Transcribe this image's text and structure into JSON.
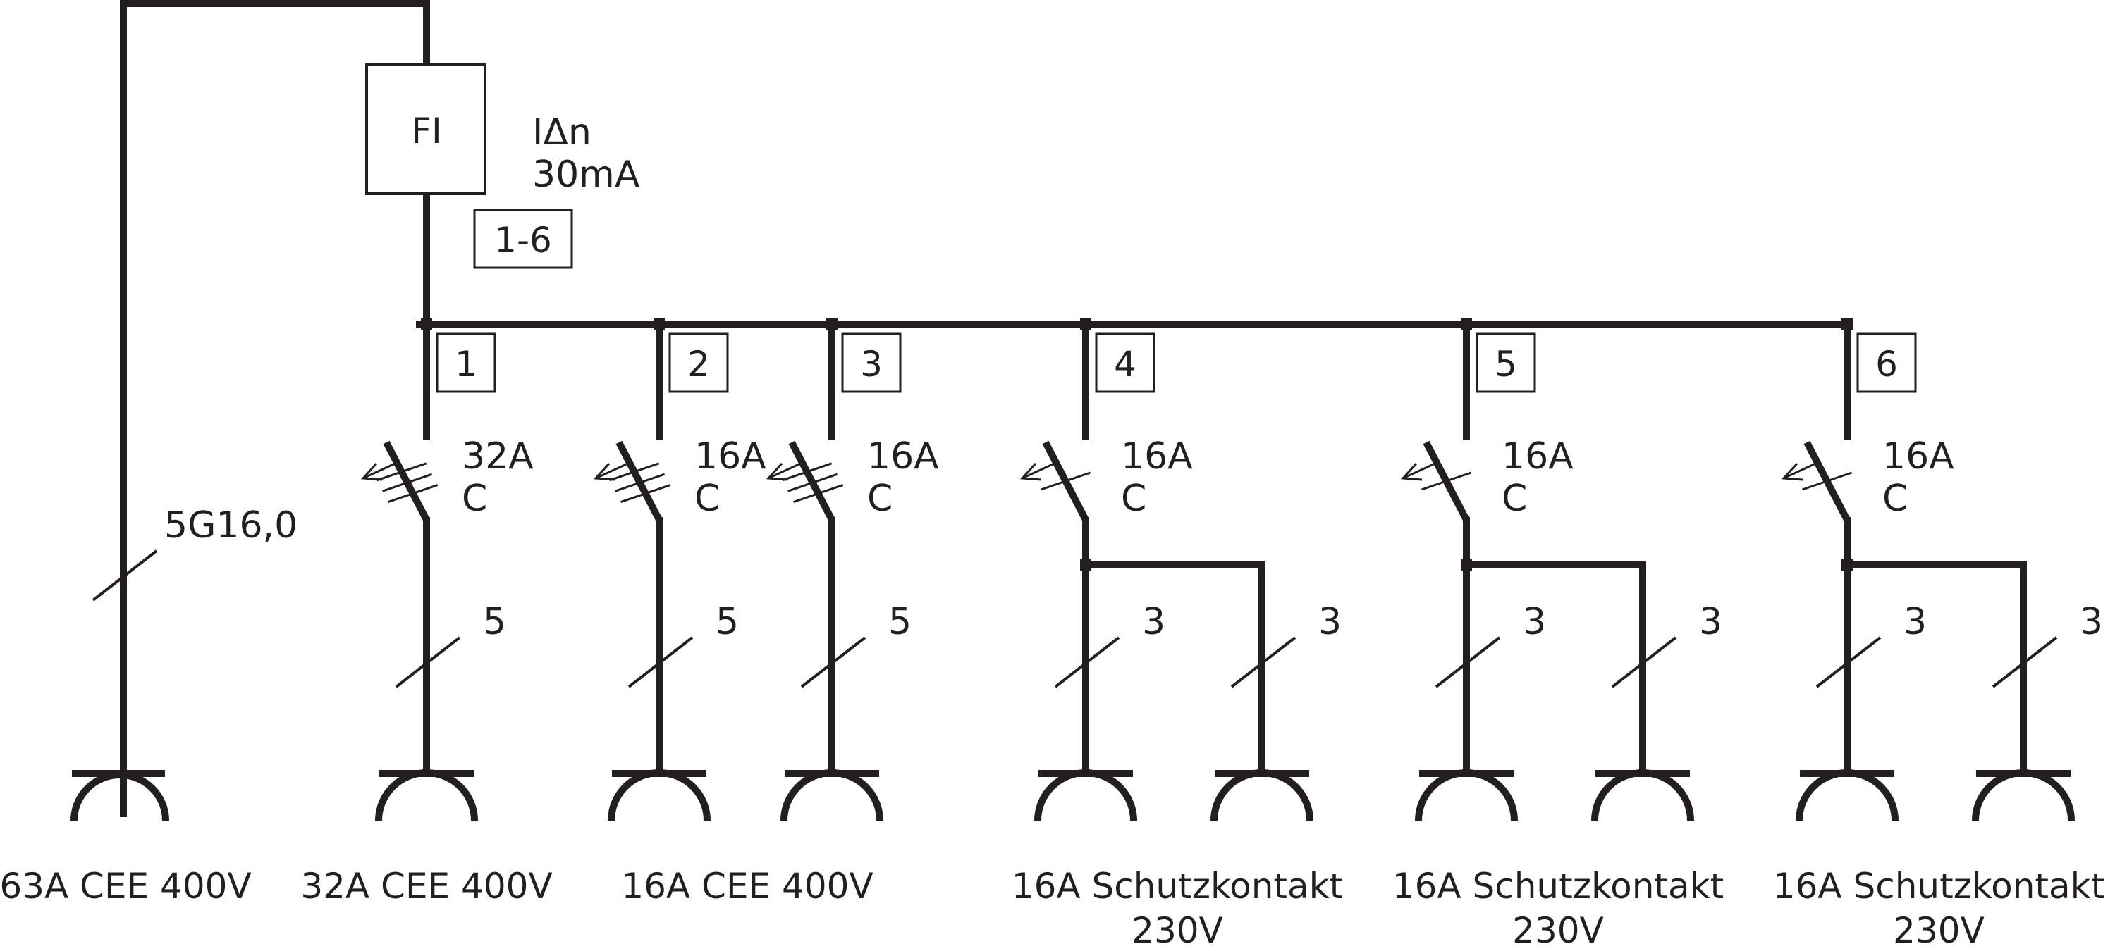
{
  "colors": {
    "line": "#231f20",
    "background": "#ffffff"
  },
  "feed": {
    "cable": "5G16,0"
  },
  "rcd": {
    "label": "FI",
    "rating_line1": "IΔn",
    "rating_line2": "30mA",
    "range": "1-6"
  },
  "circuits": [
    {
      "number": "1",
      "breaker_line1": "32A",
      "breaker_line2": "C",
      "poles": 3,
      "conductors": [
        "5"
      ]
    },
    {
      "number": "2",
      "breaker_line1": "16A",
      "breaker_line2": "C",
      "poles": 3,
      "conductors": [
        "5"
      ]
    },
    {
      "number": "3",
      "breaker_line1": "16A",
      "breaker_line2": "C",
      "poles": 3,
      "conductors": [
        "5"
      ]
    },
    {
      "number": "4",
      "breaker_line1": "16A",
      "breaker_line2": "C",
      "poles": 1,
      "conductors": [
        "3",
        "3"
      ]
    },
    {
      "number": "5",
      "breaker_line1": "16A",
      "breaker_line2": "C",
      "poles": 1,
      "conductors": [
        "3",
        "3"
      ]
    },
    {
      "number": "6",
      "breaker_line1": "16A",
      "breaker_line2": "C",
      "poles": 1,
      "conductors": [
        "3",
        "3"
      ]
    }
  ],
  "sockets": [
    {
      "line1": "63A CEE 400V",
      "line2": ""
    },
    {
      "line1": "32A CEE 400V",
      "line2": ""
    },
    {
      "line1": "16A CEE 400V",
      "line2": ""
    },
    {
      "line1": "16A Schutzkontakt",
      "line2": "230V"
    },
    {
      "line1": "16A Schutzkontakt",
      "line2": "230V"
    },
    {
      "line1": "16A Schutzkontakt",
      "line2": "230V"
    }
  ]
}
